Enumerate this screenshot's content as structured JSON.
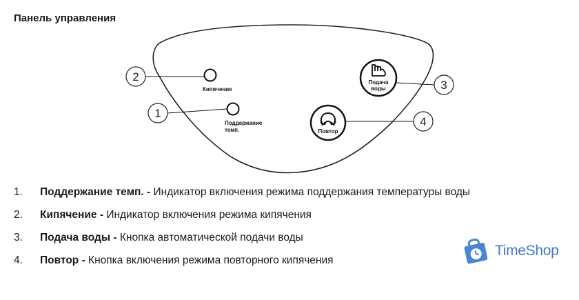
{
  "heading": "Панель управления",
  "panel": {
    "boiling_label": "Кипячение",
    "keep_warm_label": [
      "Поддержание",
      "темп."
    ],
    "water_supply_label": [
      "Подача",
      "воды"
    ],
    "repeat_label": "Повтор",
    "callouts": [
      "1",
      "2",
      "3",
      "4"
    ]
  },
  "items": [
    {
      "num": "1.",
      "term": "Поддержание темп.",
      "sep": " - ",
      "desc": "Индикатор включения режима поддержания температуры воды"
    },
    {
      "num": "2.",
      "term": "Кипячение",
      "sep": " - ",
      "desc": "Индикатор включения режима кипячения"
    },
    {
      "num": "3.",
      "term": "Подача воды",
      "sep": " - ",
      "desc": "Кнопка автоматической подачи воды"
    },
    {
      "num": "4.",
      "term": "Повтор",
      "sep": " - ",
      "desc": "Кнопка включения режима повторного кипячения"
    }
  ],
  "watermark": {
    "name": "TimeShop",
    "color": "#3f79c9",
    "icon": "shopping-bag-clock-icon"
  }
}
